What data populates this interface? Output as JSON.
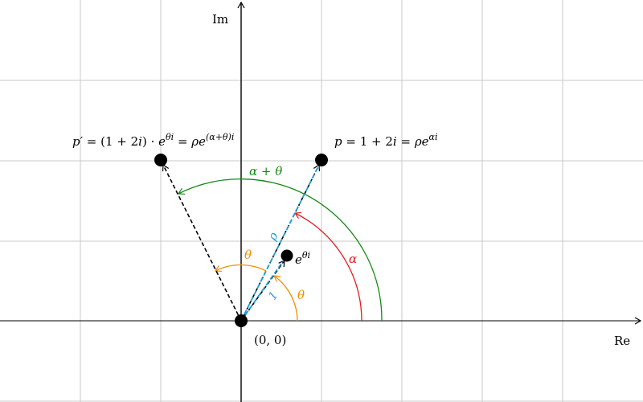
{
  "axes": {
    "real_label": "Re",
    "imag_label": "Im"
  },
  "points": {
    "origin": {
      "label": "(0, 0)",
      "re": 0,
      "im": 0
    },
    "p": {
      "re": 1,
      "im": 2,
      "label_parts": [
        "p",
        " = 1 + 2",
        "i",
        " = ",
        "ρe",
        "αi"
      ]
    },
    "p_rotated": {
      "re": -1,
      "im": 2,
      "label_parts": [
        "p′",
        " = (1 + 2",
        "i",
        ") · ",
        "e",
        "θi",
        " = ",
        "ρe",
        "(α+θ)i"
      ]
    },
    "unit_rotation": {
      "re": 0.5736,
      "im": 0.8192,
      "label_parts": [
        "e",
        "θi"
      ]
    }
  },
  "angles": {
    "alpha": {
      "label": "α",
      "color": "#e31a1c"
    },
    "theta": {
      "label": "θ",
      "color": "#f28e00"
    },
    "alpha_plus_theta": {
      "label": "α + θ",
      "color": "#138a13"
    }
  },
  "vector_labels": {
    "rho": {
      "label": "ρ",
      "color": "#1e9fd6"
    },
    "one": {
      "label": "1",
      "color": "#1e9fd6"
    }
  },
  "colors": {
    "grid": "#c8c8c8",
    "axis": "#000000",
    "dashed_blue": "#1e9fd6",
    "dashed_black": "#000000"
  }
}
